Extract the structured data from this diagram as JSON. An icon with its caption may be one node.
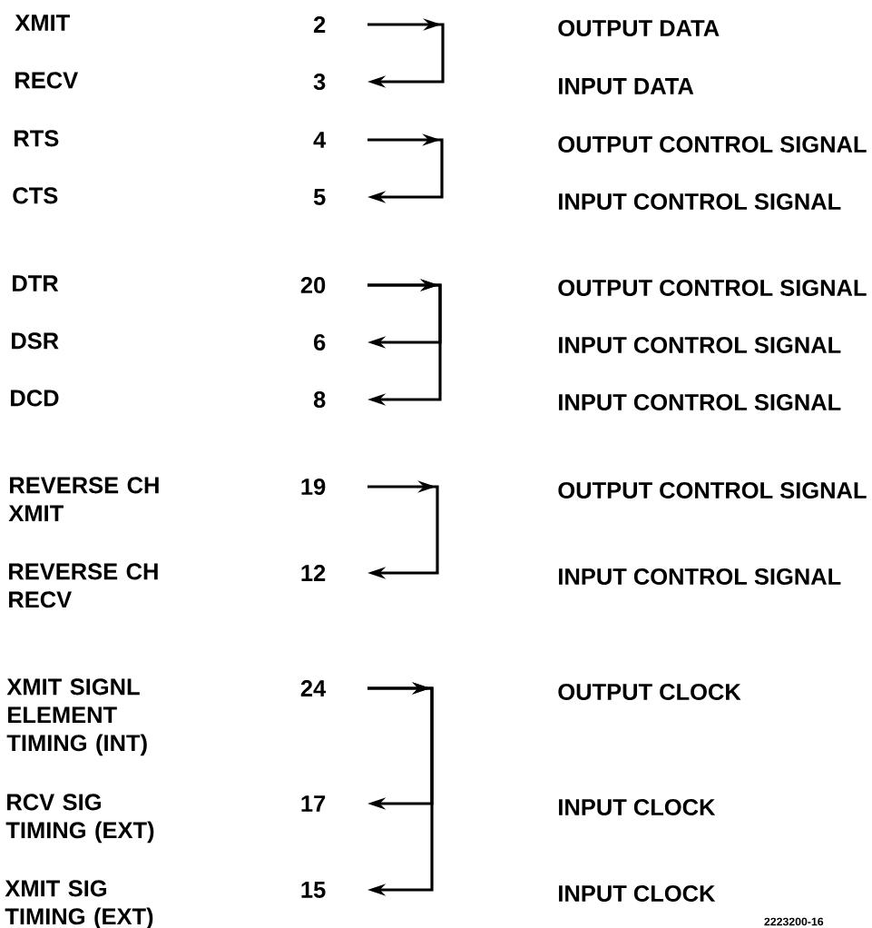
{
  "diagram": {
    "nodes": [
      {
        "text": [
          "2"
        ]
      },
      {
        "text": [
          "3"
        ]
      },
      {
        "text": [
          "4"
        ]
      },
      {
        "text": [
          "5"
        ]
      },
      {
        "text": [
          "20"
        ]
      },
      {
        "text": [
          "6"
        ]
      },
      {
        "text": [
          "8"
        ]
      },
      {
        "text": [
          "19"
        ]
      },
      {
        "text": [
          "12"
        ]
      },
      {
        "text": [
          "24"
        ]
      },
      {
        "text": [
          "17"
        ]
      },
      {
        "text": [
          "15"
        ]
      }
    ],
    "edges": [
      {
        "from": 0,
        "to": 1,
        "arrow": "to"
      },
      {
        "from": 2,
        "to": 3,
        "arrow": "to"
      },
      {
        "from": 4,
        "to": 5,
        "arrow": "to"
      },
      {
        "from": 4,
        "to": 6,
        "arrow": "to"
      },
      {
        "from": 7,
        "to": 8,
        "arrow": "to"
      },
      {
        "from": 9,
        "to": 10,
        "arrow": "to"
      },
      {
        "from": 9,
        "to": 11,
        "arrow": "to"
      }
    ],
    "labels": [
      "XMIT",
      "OUTPUT DATA",
      "RECV",
      "INPUT DATA",
      "RTS",
      "OUTPUT CONTROL SIGNAL",
      "CTS",
      "INPUT CONTROL SIGNAL",
      "DTR",
      "OUTPUT CONTROL SIGNAL",
      "DSR",
      "INPUT CONTROL SIGNAL",
      "DCD",
      "INPUT CONTROL SIGNAL",
      "REVERSE CH XMIT",
      "OUTPUT CONTROL SIGNAL",
      "REVERSE CH RECV",
      "INPUT CONTROL SIGNAL",
      "XMIT SIGNL ELEMENT TIMING (INT)",
      "OUTPUT CLOCK",
      "RCV SIG TIMING (EXT)",
      "INPUT CLOCK",
      "XMIT SIG TIMING (EXT)",
      "INPUT CLOCK",
      "2223200-16"
    ]
  }
}
